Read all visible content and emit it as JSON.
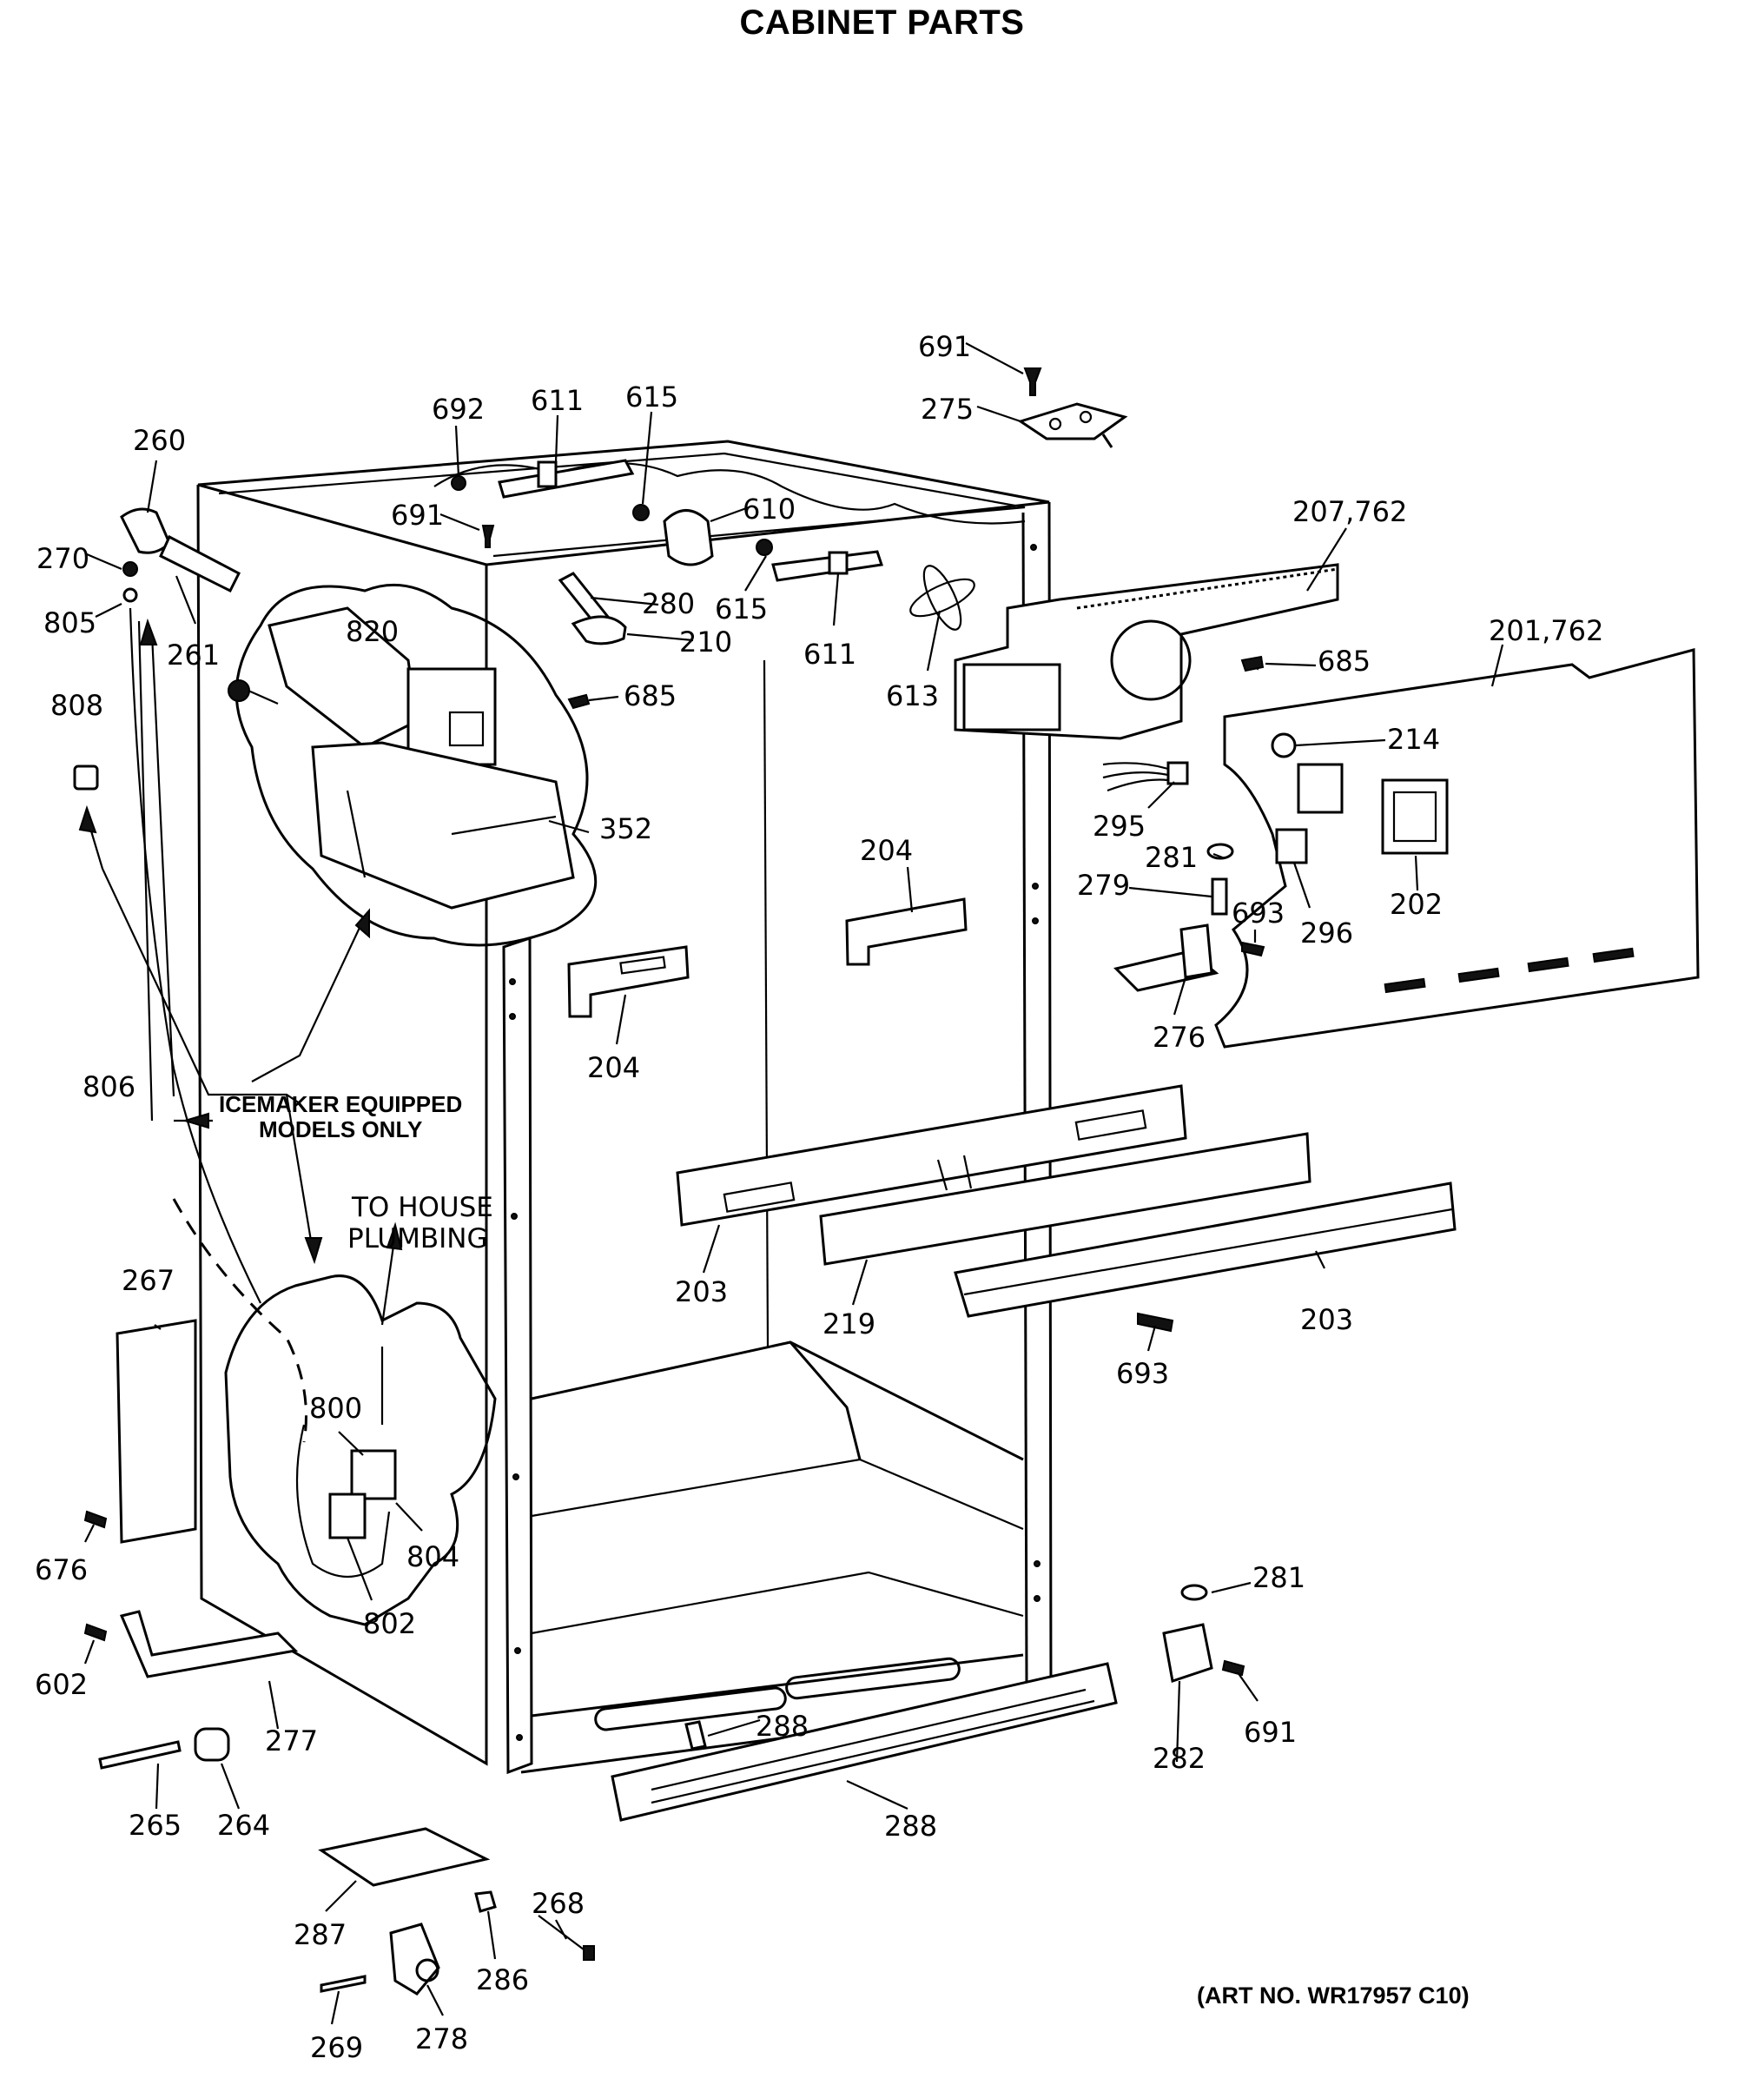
{
  "title": "CABINET PARTS",
  "art_number": "(ART NO. WR17957 C10)",
  "notes": {
    "icemaker_line1": "ICEMAKER EQUIPPED",
    "icemaker_line2": "MODELS ONLY",
    "plumbing_line1": "TO HOUSE",
    "plumbing_line2": "PLUMBING"
  },
  "callouts": {
    "c691a": "691",
    "c275": "275",
    "c692": "692",
    "c611a": "611",
    "c615a": "615",
    "c260": "260",
    "c691b": "691",
    "c610": "610",
    "c207": "207,762",
    "c270": "270",
    "c805": "805",
    "c261": "261",
    "c280": "280",
    "c615b": "615",
    "c210": "210",
    "c611b": "611",
    "c820": "820",
    "c685a": "685",
    "c613": "613",
    "c685b": "685",
    "c201": "201,762",
    "c808": "808",
    "c214": "214",
    "c352": "352",
    "c295": "295",
    "c204a": "204",
    "c281a": "281",
    "c279": "279",
    "c693a": "693",
    "c202": "202",
    "c296": "296",
    "c204b": "204",
    "c276": "276",
    "c806": "806",
    "c203a": "203",
    "c219": "219",
    "c203b": "203",
    "c267": "267",
    "c693b": "693",
    "c800": "800",
    "c804": "804",
    "c676": "676",
    "c802": "802",
    "c281b": "281",
    "c602": "602",
    "c277": "277",
    "c288a": "288",
    "c691c": "691",
    "c282": "282",
    "c265": "265",
    "c264": "264",
    "c288b": "288",
    "c268": "268",
    "c287": "287",
    "c286": "286",
    "c269": "269",
    "c278": "278"
  }
}
